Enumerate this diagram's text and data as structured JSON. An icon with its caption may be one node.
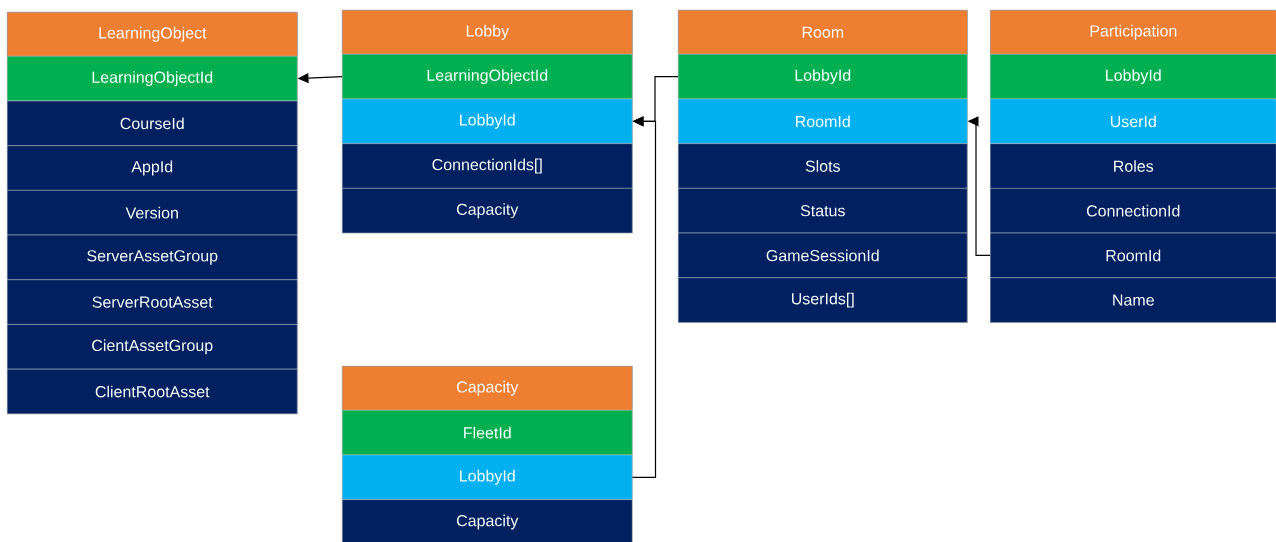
{
  "diagram": {
    "nodes": [
      {
        "text": [
          "LearningObject"
        ]
      },
      {
        "text": [
          "LearningObjectId"
        ],
        "in": 0
      },
      {
        "text": [
          "CourseId"
        ],
        "in": 0
      },
      {
        "text": [
          "AppId"
        ],
        "in": 0
      },
      {
        "text": [
          "Version"
        ],
        "in": 0
      },
      {
        "text": [
          "ServerAssetGroup"
        ],
        "in": 0
      },
      {
        "text": [
          "ServerRootAsset"
        ],
        "in": 0
      },
      {
        "text": [
          "CientAssetGroup"
        ],
        "in": 0
      },
      {
        "text": [
          "ClientRootAsset"
        ],
        "in": 0
      },
      {
        "text": [
          "Lobby"
        ]
      },
      {
        "text": [
          "LearningObjectId"
        ],
        "in": 9
      },
      {
        "text": [
          "LobbyId"
        ],
        "in": 9
      },
      {
        "text": [
          "ConnectionIds[]"
        ],
        "in": 9
      },
      {
        "text": [
          "Capacity"
        ],
        "in": 9
      },
      {
        "text": [
          "Room"
        ]
      },
      {
        "text": [
          "LobbyId"
        ],
        "in": 14
      },
      {
        "text": [
          "RoomId"
        ],
        "in": 14
      },
      {
        "text": [
          "Slots"
        ],
        "in": 14
      },
      {
        "text": [
          "Status"
        ],
        "in": 14
      },
      {
        "text": [
          "GameSessionId"
        ],
        "in": 14
      },
      {
        "text": [
          "UserIds[]"
        ],
        "in": 14
      },
      {
        "text": [
          "Participation"
        ]
      },
      {
        "text": [
          "LobbyId"
        ],
        "in": 21
      },
      {
        "text": [
          "UserId"
        ],
        "in": 21
      },
      {
        "text": [
          "Roles"
        ],
        "in": 21
      },
      {
        "text": [
          "ConnectionId"
        ],
        "in": 21
      },
      {
        "text": [
          "RoomId"
        ],
        "in": 21
      },
      {
        "text": [
          "Name"
        ],
        "in": 21
      },
      {
        "text": [
          "Capacity"
        ]
      },
      {
        "text": [
          "FleetId"
        ],
        "in": 28
      },
      {
        "text": [
          "LobbyId"
        ],
        "in": 28
      },
      {
        "text": [
          "Capacity"
        ],
        "in": 28
      }
    ],
    "edges": [
      {
        "from": 10,
        "to": 1,
        "arrow": "to"
      },
      {
        "from": 15,
        "to": 11,
        "arrow": "to"
      },
      {
        "from": 30,
        "to": 11,
        "arrow": "to"
      },
      {
        "from": 26,
        "to": 16,
        "arrow": "to"
      }
    ]
  }
}
